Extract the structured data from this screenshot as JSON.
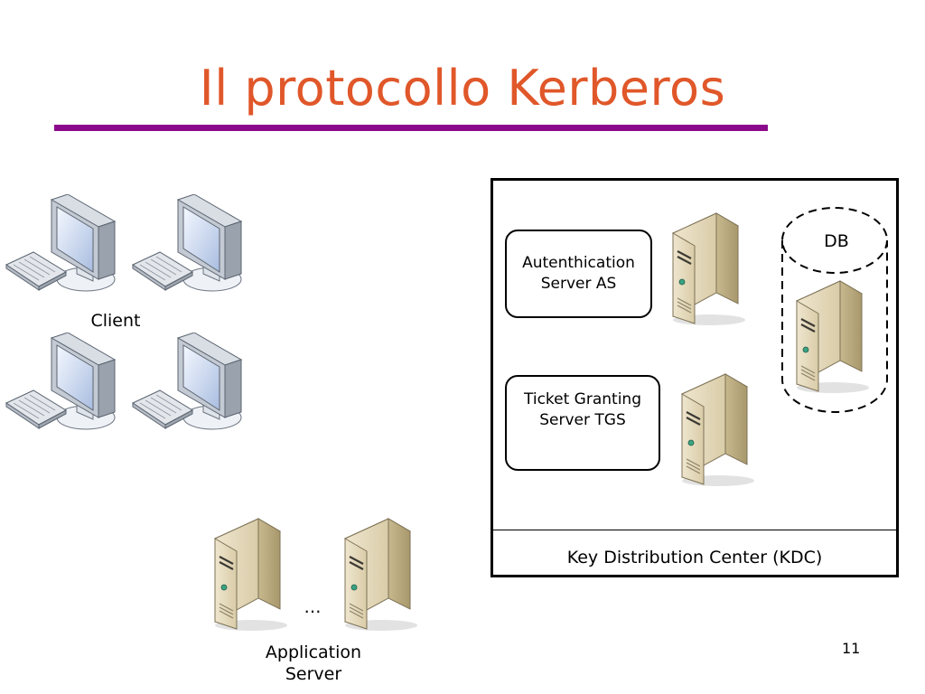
{
  "slide": {
    "title": "Il protocollo Kerberos",
    "page_number": "11"
  },
  "colors": {
    "title": "#e0572a",
    "rule": "#8b0a8b"
  },
  "client": {
    "label": "Client"
  },
  "app_server": {
    "label_line1": "Application",
    "label_line2": "Server",
    "ellipsis": "…"
  },
  "kdc": {
    "label": "Key Distribution Center (KDC)",
    "as": {
      "line1": "Autenthication",
      "line2": "Server  AS"
    },
    "tgs": {
      "line1": "Ticket Granting",
      "line2": "Server  TGS"
    },
    "db": {
      "label": "DB"
    }
  }
}
